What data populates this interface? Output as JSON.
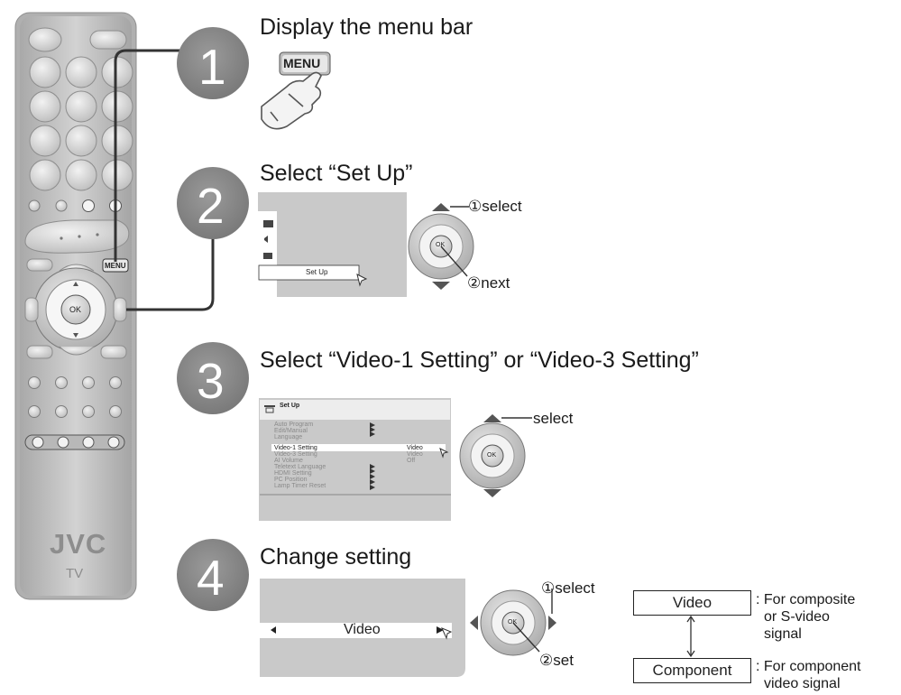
{
  "remote": {
    "brand": "JVC",
    "subtitle": "TV",
    "menu_button_label": "MENU",
    "ok_label": "OK"
  },
  "steps": [
    {
      "number": "1",
      "title": "Display the menu bar",
      "button_label": "MENU"
    },
    {
      "number": "2",
      "title": "Select “Set Up”",
      "menu_item": "Set Up",
      "select_label": "①select",
      "next_label": "②next"
    },
    {
      "number": "3",
      "title": "Select “Video-1 Setting” or “Video-3 Setting”",
      "menu_title": "Set Up",
      "menu_items": [
        "Auto Program",
        "Edit/Manual",
        "Language",
        "Video-1 Setting",
        "Video-3 Setting",
        "AI Volume",
        "Teletext Language",
        "HDMI Setting",
        "PC Position",
        "Lamp Timer Reset"
      ],
      "menu_values": [
        "Video",
        "Video",
        "Off"
      ],
      "select_label": "select"
    },
    {
      "number": "4",
      "title": "Change setting",
      "setting_value": "Video",
      "select_label": "①select",
      "set_label": "②set"
    }
  ],
  "options": [
    {
      "label": "Video",
      "note": [
        ": For composite",
        "or S-video",
        "signal"
      ]
    },
    {
      "label": "Component",
      "note": [
        ": For component",
        "video signal"
      ]
    }
  ],
  "colors": {
    "circle": "#8a8a8a",
    "remote_body": "#c4c4c4",
    "button": "#d6d6d6",
    "screen": "#c9c9c9"
  }
}
